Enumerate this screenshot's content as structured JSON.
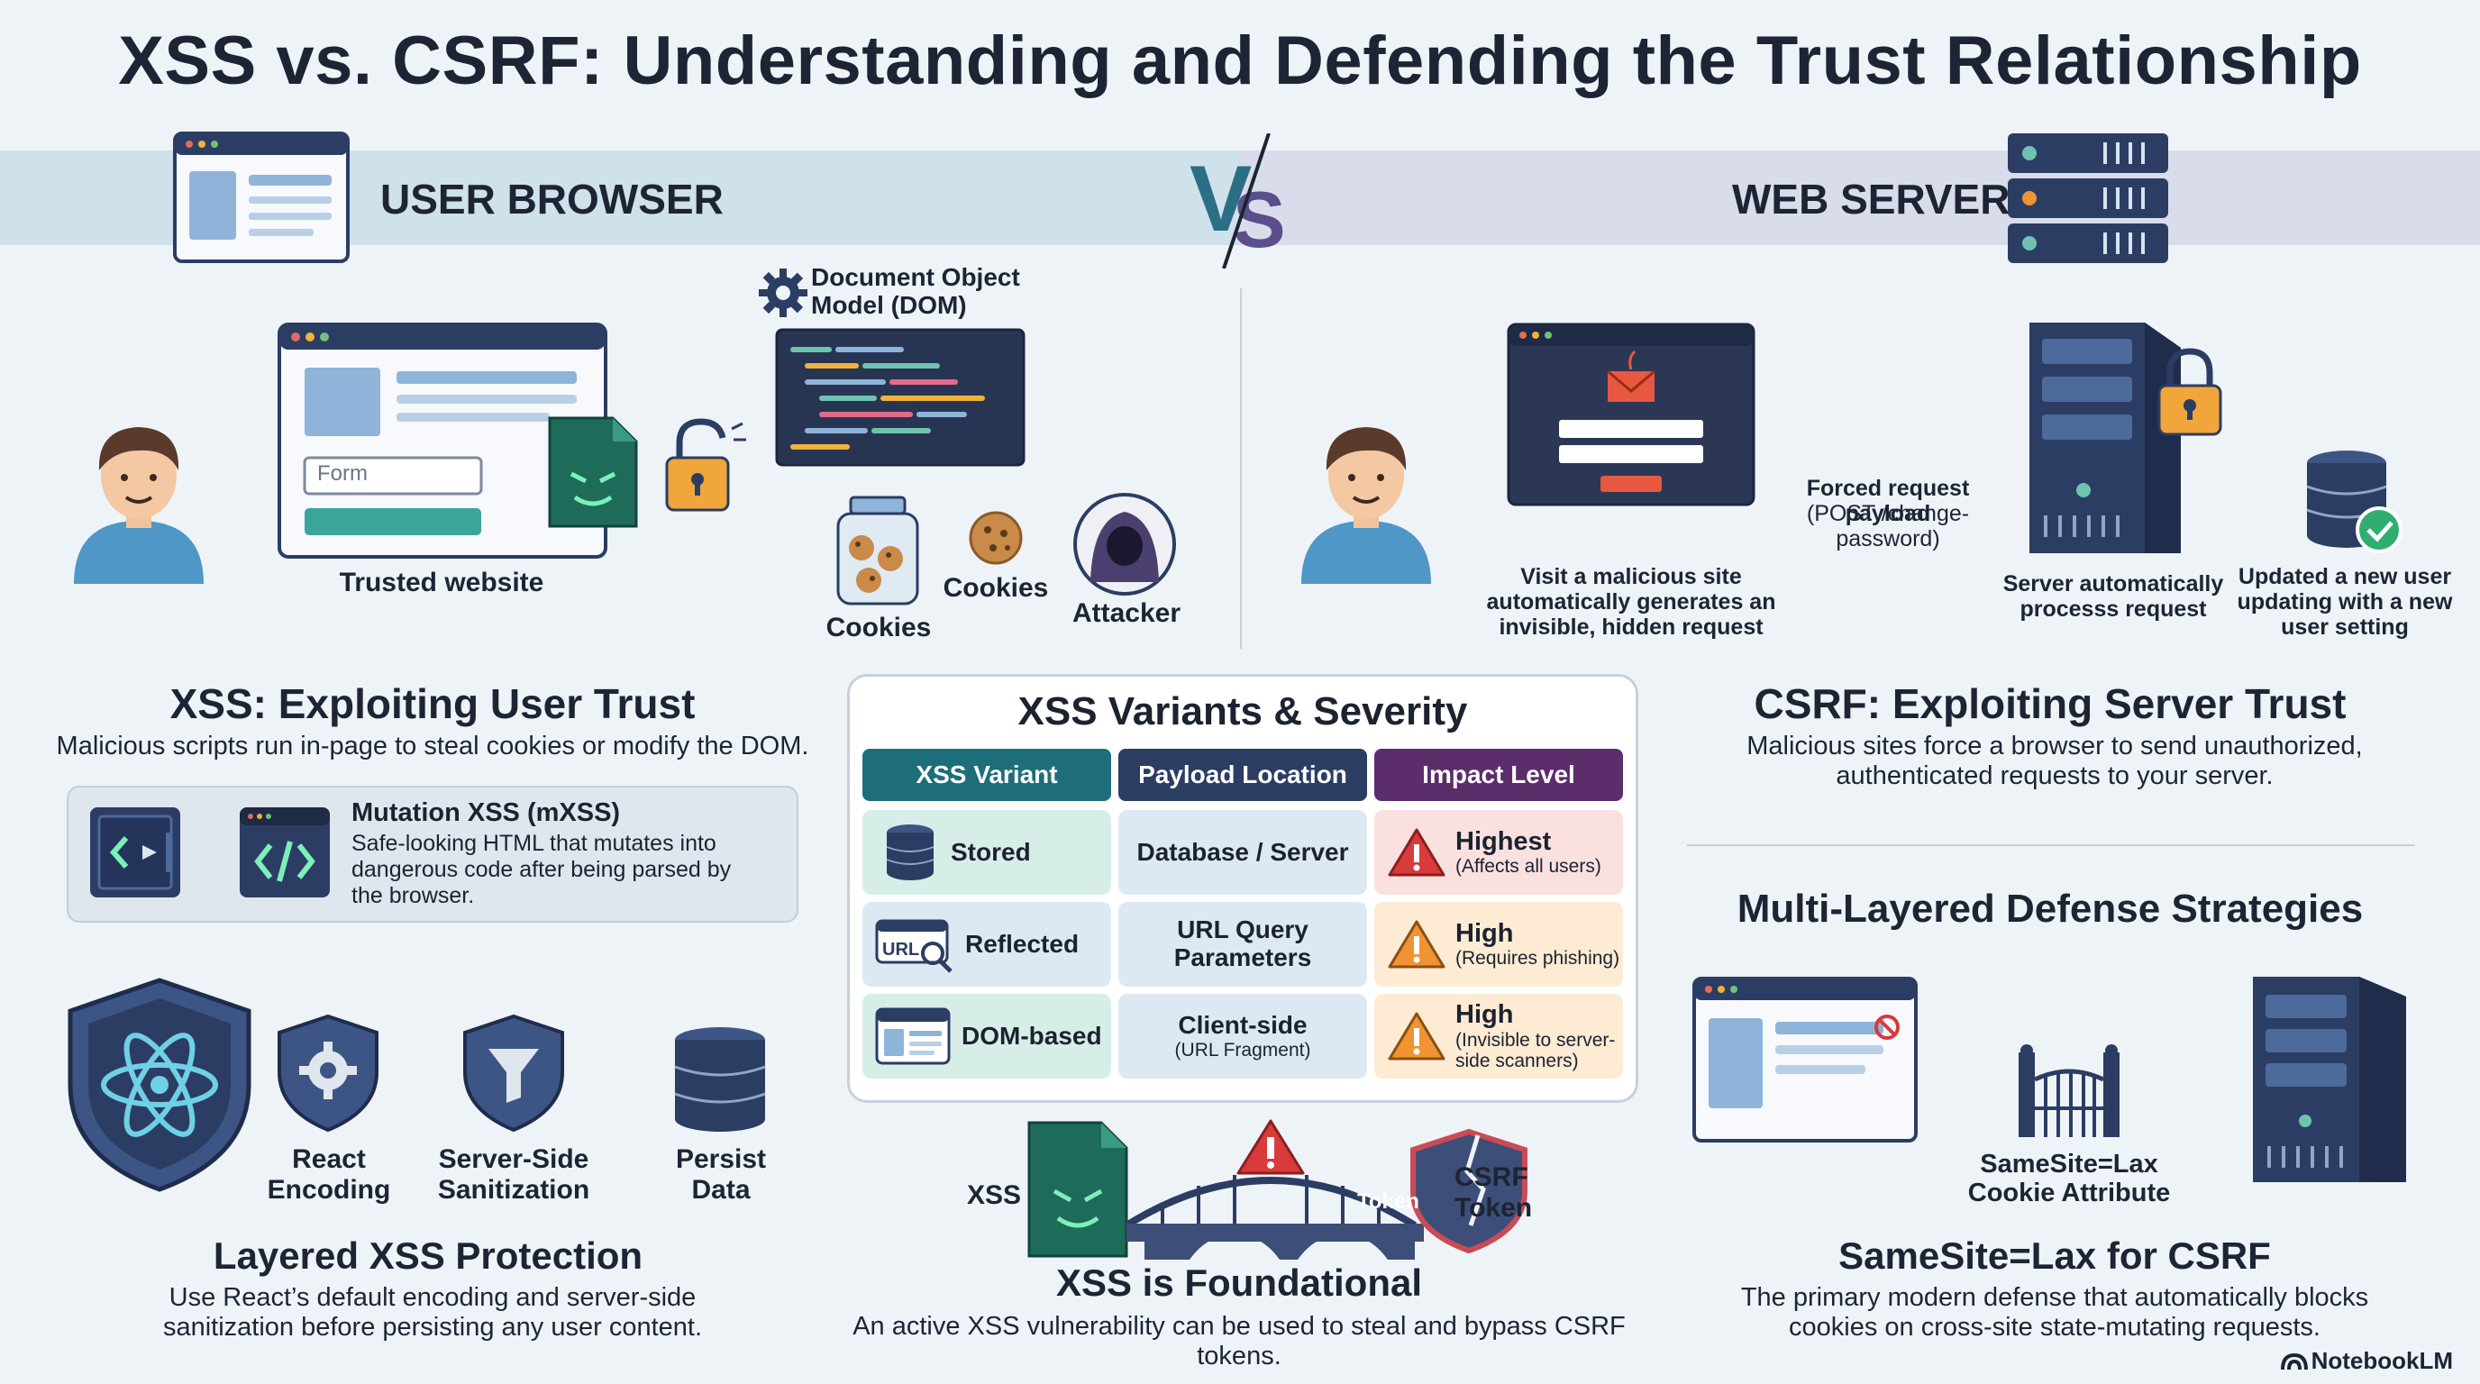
{
  "title": "XSS vs. CSRF: Understanding and Defending the Trust Relationship",
  "header": {
    "left_label": "USER BROWSER",
    "right_label": "WEB SERVER",
    "vs": "VS"
  },
  "xss_scene": {
    "form_placeholder": "Form",
    "trusted_website": "Trusted website",
    "dom_label": "Document Object Model (DOM)",
    "cookies_jar": "Cookies",
    "cookies": "Cookies",
    "attacker": "Attacker"
  },
  "csrf_scene": {
    "malicious_site": "Visit a malicious site automatically generates an invisible, hidden request",
    "payload_title": "Forced request payload",
    "payload_detail": "(POST /change-password)",
    "server_process": "Server automatically processs request",
    "updated": "Updated a new user updating with a new user setting"
  },
  "xss_section": {
    "heading": "XSS: Exploiting User Trust",
    "description": "Malicious scripts run in-page to steal cookies or modify the DOM.",
    "mxss_title": "Mutation XSS (mXSS)",
    "mxss_desc": "Safe-looking HTML that mutates into dangerous code after being parsed by the browser."
  },
  "csrf_section": {
    "heading": "CSRF: Exploiting Server Trust",
    "description": "Malicious sites force a browser to send unauthorized, authenticated requests to your server."
  },
  "table": {
    "title": "XSS Variants & Severity",
    "headers": [
      "XSS Variant",
      "Payload Location",
      "Impact Level"
    ],
    "rows": [
      {
        "variant": "Stored",
        "location": "Database / Server",
        "location_sub": "",
        "impact": "Highest",
        "impact_sub": "(Affects all users)"
      },
      {
        "variant": "Reflected",
        "location": "URL Query Parameters",
        "location_sub": "",
        "impact": "High",
        "impact_sub": "(Requires phishing)"
      },
      {
        "variant": "DOM-based",
        "location": "Client-side",
        "location_sub": "(URL Fragment)",
        "impact": "High",
        "impact_sub": "(Invisible to server-side scanners)"
      }
    ],
    "url_icon_text": "URL"
  },
  "protection": {
    "react": "React Encoding",
    "sanitize": "Server-Side Sanitization",
    "persist": "Persist Data",
    "heading": "Layered XSS Protection",
    "description": "Use React’s default encoding and server-side sanitization before persisting any user content."
  },
  "foundation": {
    "xss_label": "XSS",
    "token_badge": "Token",
    "csrf_token": "CSRF Token",
    "heading": "XSS is Foundational",
    "description": "An active XSS vulnerability can be used to steal and bypass CSRF tokens."
  },
  "defense": {
    "heading": "Multi-Layered Defense Strategies",
    "samesite_label": "SameSite=Lax Cookie Attribute",
    "samesite_heading": "SameSite=Lax for CSRF",
    "samesite_desc": "The primary modern defense that automatically blocks cookies on cross-site state-mutating requests."
  },
  "watermark": "NotebookLM",
  "colors": {
    "teal": "#1d6e7a",
    "navy": "#2c3d63",
    "purple": "#5b2d6b",
    "stored_bg": "#d7eee8",
    "reflected_bg": "#dde9f2",
    "dom_bg": "#d7eee8",
    "highest_bg": "#fbe0e0",
    "high_bg": "#fdebd3",
    "warn_red": "#d93a3a",
    "warn_orange": "#f09433"
  }
}
